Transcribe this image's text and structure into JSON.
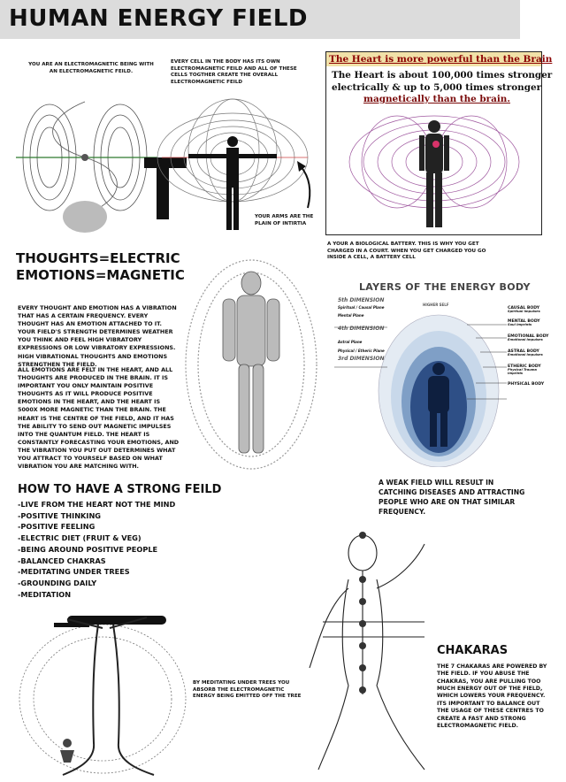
{
  "page": {
    "title": "HUMAN ENERGY FIELD"
  },
  "intro": {
    "left_caption": "YOU ARE AN ELECTROMAGNETIC BEING WITH AN ELECTROMAGNETIC FEILD.",
    "right_caption": "EVERY CELL IN THE BODY HAS ITS OWN ELECTROMAGNETIC FEILD AND ALL OF THESE CELLS TOGTHER CREATE THE OVERALL ELECTROMAGNETIC FEILD",
    "arms_caption": "YOUR ARMS ARE THE PLAIN OF INTIRTIA"
  },
  "heart_panel": {
    "header": "The Heart is more powerful than the Brain",
    "line1": "The Heart is about 100,000 times stronger",
    "line2": "electrically & up to 5,000 times stronger",
    "line3": "magnetically than the brain.",
    "caption": "A YOUR A BIOLOGICAL BATTERY. THIS IS WHY YOU GET CHARGED IN A COURT. WHEN YOU GET CHARGED YOU GO INSIDE A CELL, A BATTERY CELL"
  },
  "thoughts": {
    "heading_line1": "THOUGHTS=ELECTRIC",
    "heading_line2": "EMOTIONS=MAGNETIC",
    "para1": "EVERY THOUGHT AND EMOTION HAS A VIBRATION THAT HAS A CERTAIN FREQUENCY. EVERY THOUGHT HAS AN EMOTION ATTACHED TO IT. YOUR FIELD'S STRENGTH DETERMINES WEATHER YOU THINK AND FEEL HIGH VIBRATORY EXPRESSIONS OR LOW VIBRATORY EXPRESSIONS. HIGH VIBRATIONAL THOUGHTS AND EMOTIONS STRENGTHEN THE FIELD.",
    "para2": "ALL EMOTIONS ARE FELT IN THE HEART, AND ALL THOUGHTS ARE PRODUCED IN THE BRAIN. IT IS IMPORTANT YOU ONLY MAINTAIN POSITIVE THOUGHTS AS IT WILL PRODUCE POSITIVE EMOTIONS IN THE HEART, AND THE HEART IS 5000X MORE MAGNETIC THAN THE BRAIN. THE HEART IS THE CENTRE OF THE FIELD, AND IT HAS THE ABILITY TO SEND OUT MAGNETIC IMPULSES INTO THE QUANTUM FIELD. THE HEART IS CONSTANTLY FORECASTING YOUR EMOTIONS, AND THE VIBRATION YOU PUT OUT DETERMINES WHAT YOU ATTRACT TO YOURSELF BASED ON WHAT VIBRATION YOU ARE MATCHING WITH."
  },
  "layers": {
    "title": "LAYERS OF THE ENERGY BODY",
    "dim5": "5th DIMENSION",
    "dim5_sub1": "Spiritual / Causal Plane",
    "dim5_sub2": "Mental Plane",
    "dim4": "4th DIMENSION",
    "dim4_sub1": "Astral Plane",
    "dim4_sub2": "Physical / Etheric Plane",
    "dim3": "3rd DIMENSION",
    "higher_self": "HIGHER SELF",
    "causal": "CAUSAL BODY",
    "causal_sub": "Spiritual Impulses",
    "mental": "MENTAL BODY",
    "mental_sub": "Soul Imprints",
    "emotional": "EMOTIONAL BODY",
    "emotional_sub": "Emotional Impulses",
    "astral": "ASTRAL BODY",
    "astral_sub": "Emotional Impulses",
    "etheric": "ETHERIC BODY",
    "etheric_sub": "Physical Trauma Imprints",
    "physical": "PHYSICAL BODY",
    "caption": "A WEAK FIELD WILL RESULT IN CATCHING DISEASES AND ATTRACTING PEOPLE WHO ARE ON THAT SIMILAR FREQUENCY."
  },
  "strong_field": {
    "heading": "HOW TO HAVE A STRONG FEILD",
    "items": [
      "-LIVE FROM THE HEART NOT THE MIND",
      "-POSITIVE THINKING",
      "-POSITIVE FEELING",
      "-ELECTRIC DIET (FRUIT & VEG)",
      "-BEING AROUND POSITIVE PEOPLE",
      "-BALANCED CHAKRAS",
      "-MEDITATING UNDER TREES",
      "-GROUNDING  DAILY",
      "-MEDITATION"
    ]
  },
  "tree": {
    "caption": "BY MEDITATING UNDER TREES YOU ABSORB THE ELECTROMAGNETIC ENERGY BEING EMITTED OFF THE TREE"
  },
  "chakras": {
    "heading": "CHAKARAS",
    "text": "THE 7 CHAKARAS ARE POWERED BY THE FIELD. IF YOU ABUSE THE CHAKRAS, YOU ARE PULLING TOO MUCH ENERGY OUT OF THE FIELD, WHICH LOWERS YOUR FREQUENCY. ITS IMPORTANT TO BALANCE OUT THE USAGE OF THESE CENTRES TO CREATE A FAST AND STRONG ELECTROMAGNETIC FIELD."
  },
  "colors": {
    "title_bg": "#dcdcdc",
    "heart_header": "#8b0000",
    "heart_text_magnetic": "#7a0a0a",
    "heart_bg": "#ffffff",
    "layers_outer": "#c8d8ea",
    "layers_mid": "#7f9fc6",
    "layers_inner": "#2e4f86"
  }
}
